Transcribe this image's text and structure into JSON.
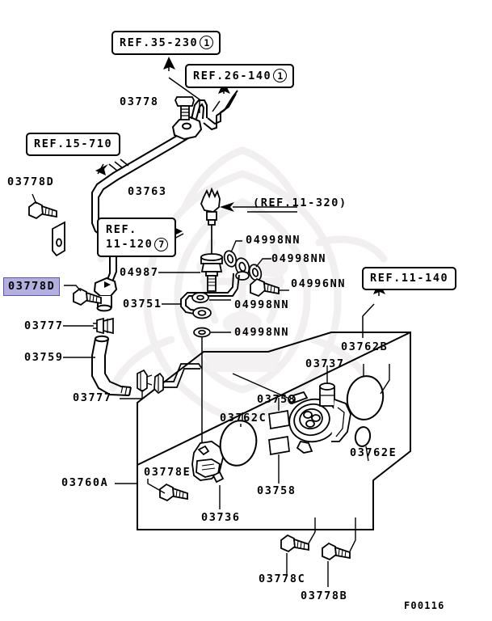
{
  "figure": {
    "id": "F00116",
    "background_color": "#ffffff",
    "line_color": "#000000",
    "highlight_fill": "#b3b0e0",
    "highlight_border": "#5a53b8",
    "watermark_color": "#f0eeee"
  },
  "reference_boxes": [
    {
      "name": "ref-35-230",
      "text": "REF.35-230",
      "circle": "1",
      "lines": 1
    },
    {
      "name": "ref-26-140",
      "text": "REF.26-140",
      "circle": "1",
      "lines": 1
    },
    {
      "name": "ref-15-710",
      "text": "REF.15-710",
      "circle": "",
      "lines": 1
    },
    {
      "name": "ref-11-120",
      "line1": "REF.",
      "line2": "11-120",
      "circle": "7",
      "lines": 2
    },
    {
      "name": "ref-11-140",
      "text": "REF.11-140",
      "circle": "",
      "lines": 1
    }
  ],
  "plain_reference": {
    "name": "ref-11-320",
    "text": "(REF.11-320)"
  },
  "highlighted_part": {
    "number": "03778D"
  },
  "part_labels": [
    {
      "id": "p1",
      "text": "03778"
    },
    {
      "id": "p2",
      "text": "03763"
    },
    {
      "id": "p3",
      "text": "03778D"
    },
    {
      "id": "p4",
      "text": "04987"
    },
    {
      "id": "p5",
      "text": "03751"
    },
    {
      "id": "p6",
      "text": "04998NN"
    },
    {
      "id": "p7",
      "text": "04998NN"
    },
    {
      "id": "p8",
      "text": "04996NN"
    },
    {
      "id": "p9",
      "text": "04998NN"
    },
    {
      "id": "p10",
      "text": "04998NN"
    },
    {
      "id": "p11",
      "text": "03777"
    },
    {
      "id": "p12",
      "text": "03759"
    },
    {
      "id": "p13",
      "text": "03777"
    },
    {
      "id": "p14",
      "text": "03760A"
    },
    {
      "id": "p15",
      "text": "03778E"
    },
    {
      "id": "p16",
      "text": "03736"
    },
    {
      "id": "p17",
      "text": "03762C"
    },
    {
      "id": "p18",
      "text": "03758"
    },
    {
      "id": "p19",
      "text": "03758"
    },
    {
      "id": "p20",
      "text": "03737"
    },
    {
      "id": "p21",
      "text": "03762B"
    },
    {
      "id": "p22",
      "text": "03762E"
    },
    {
      "id": "p23",
      "text": "03778C"
    },
    {
      "id": "p24",
      "text": "03778B"
    }
  ]
}
